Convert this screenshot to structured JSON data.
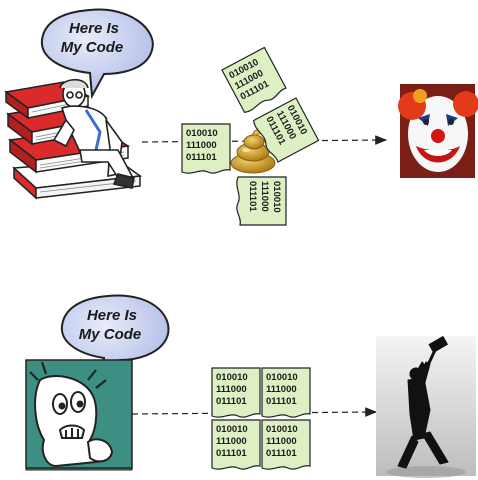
{
  "top": {
    "speech": [
      "Here Is",
      "My Code"
    ],
    "code_cards": [
      [
        "010010",
        "111000",
        "011101"
      ],
      [
        "010010",
        "111000",
        "011101"
      ],
      [
        "010010",
        "111000",
        "011101"
      ],
      [
        "010010",
        "111000",
        "011101"
      ]
    ],
    "icons": [
      "scholar-on-books-icon",
      "poop-icon",
      "clown-face-icon"
    ]
  },
  "bottom": {
    "speech": [
      "Here Is",
      "My Code"
    ],
    "code_cards": [
      [
        "010010",
        "111000",
        "011101"
      ],
      [
        "010010",
        "111000",
        "011101"
      ],
      [
        "010010",
        "111000",
        "011101"
      ],
      [
        "010010",
        "111000",
        "011101"
      ]
    ],
    "icons": [
      "nervous-developer-icon",
      "hammer-smashing-man-icon"
    ]
  },
  "colors": {
    "bubble_fill": "#c8d2f0",
    "card_fill": "#ddf0c4",
    "book_red": "#d92b2b",
    "poop": "#c9951f",
    "teal": "#3d8f84"
  }
}
